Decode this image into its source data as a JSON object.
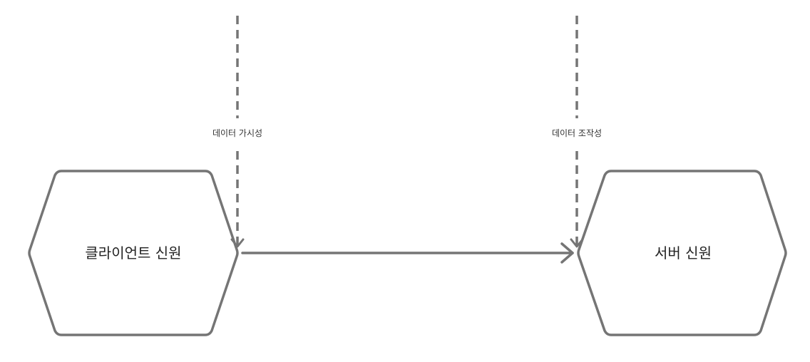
{
  "colors": {
    "stroke": "#757575",
    "background": "#ffffff",
    "text": "#222222"
  },
  "nodes": {
    "client": {
      "label": "클라이언트 신원",
      "shape": "hexagon"
    },
    "server": {
      "label": "서버 신원",
      "shape": "hexagon"
    }
  },
  "edges": {
    "client_to_server": {
      "from": "client",
      "to": "server",
      "style": "solid",
      "arrow": "open"
    }
  },
  "inputs": {
    "data_visibility": {
      "label": "데이터 가시성",
      "target": "client",
      "style": "dashed"
    },
    "data_manipulability": {
      "label": "데이터 조작성",
      "target": "server",
      "style": "dashed"
    }
  }
}
